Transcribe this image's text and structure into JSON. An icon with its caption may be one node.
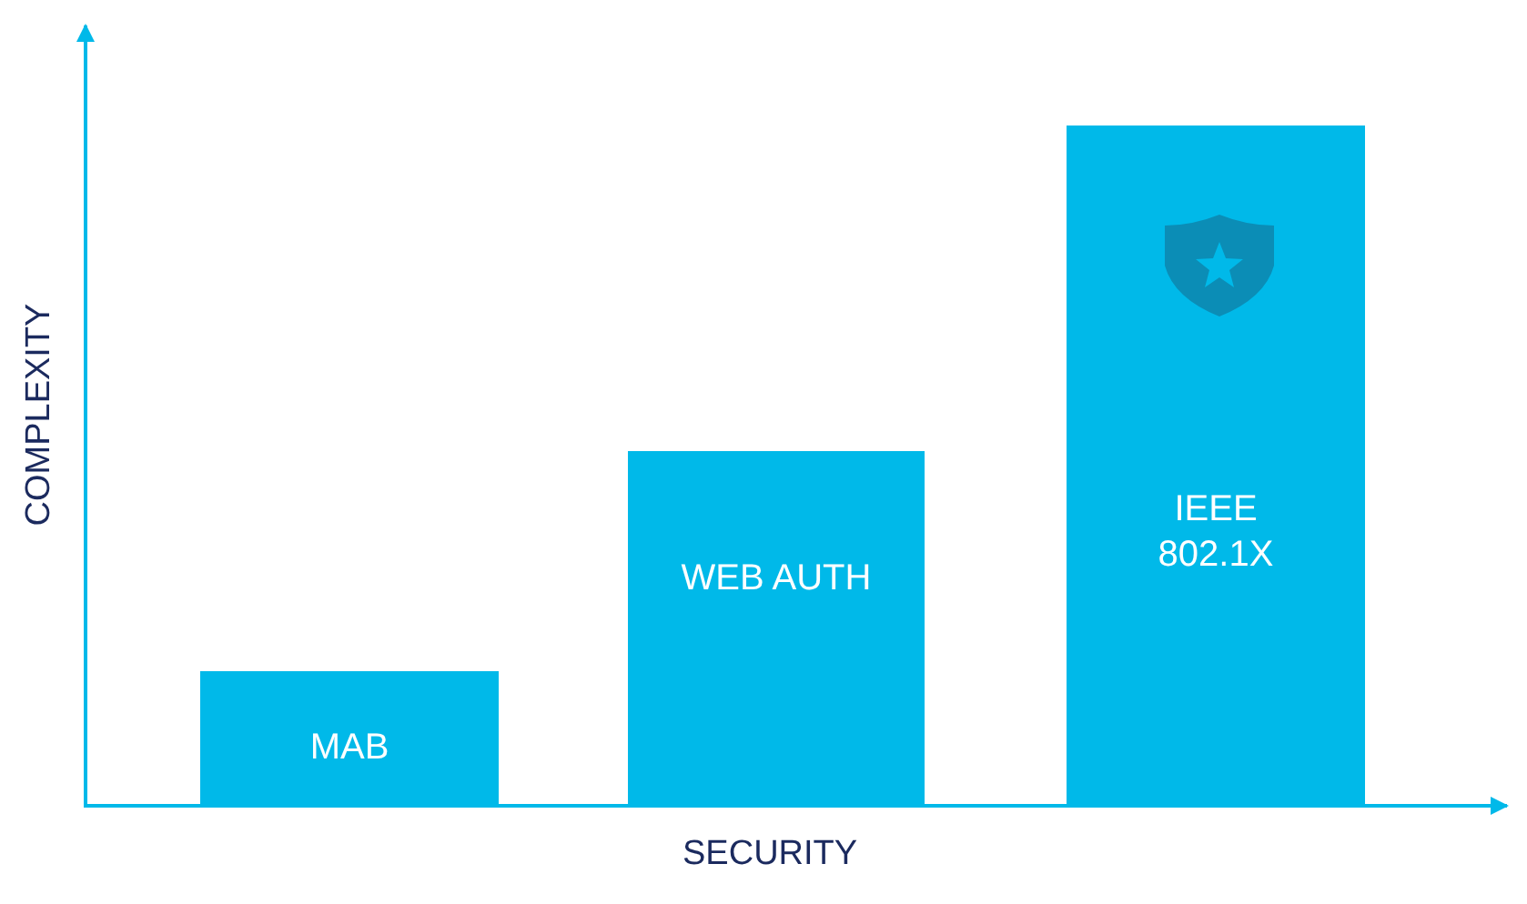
{
  "diagram": {
    "nodes": [
      {
        "text": [
          "MAB"
        ]
      },
      {
        "text": [
          "WEB AUTH"
        ]
      },
      {
        "text": [
          "IEEE 802.1X"
        ]
      }
    ],
    "labels": [
      "COMPLEXITY",
      "SECURITY"
    ]
  }
}
